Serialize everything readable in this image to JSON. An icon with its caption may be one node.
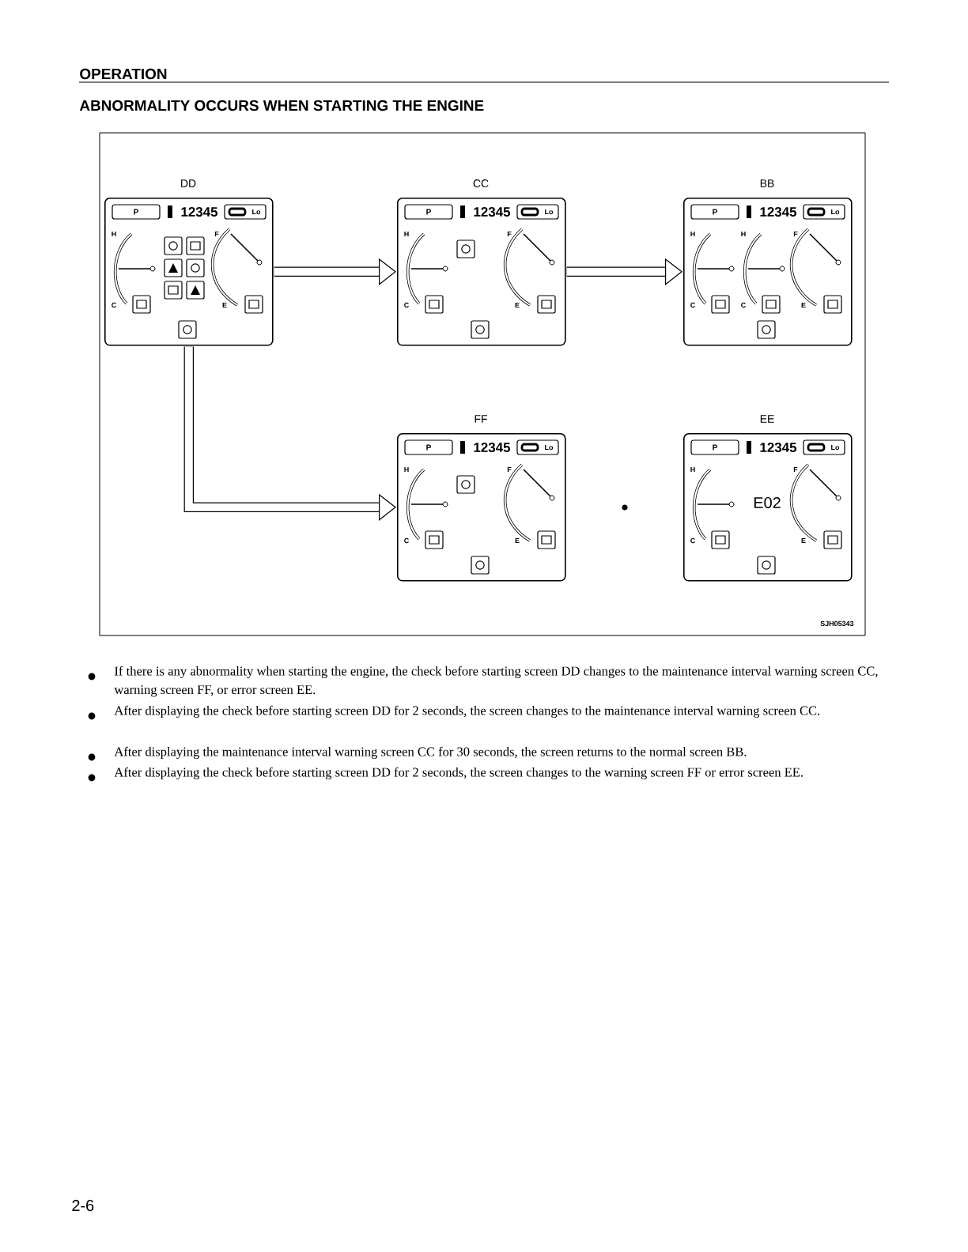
{
  "diagram": {
    "title": "ABNORMALITY OCCURS WHEN STARTING THE ENGINE",
    "nodes": [
      {
        "text": [
          "DD",
          "P",
          "12345",
          "Lo",
          "H",
          "C",
          "F",
          "E"
        ]
      },
      {
        "text": [
          "CC",
          "P",
          "12345",
          "Lo",
          "H",
          "C",
          "F",
          "E"
        ]
      },
      {
        "text": [
          "BB",
          "P",
          "12345",
          "Lo",
          "H",
          "C",
          "H",
          "C",
          "F",
          "E"
        ]
      },
      {
        "text": [
          "FF",
          "P",
          "12345",
          "Lo",
          "H",
          "C",
          "F",
          "E"
        ]
      },
      {
        "text": [
          "EE",
          "P",
          "12345",
          "Lo",
          "H",
          "C",
          "E02",
          "F",
          "E"
        ]
      }
    ],
    "edges": [
      {
        "from": 0,
        "to": 1,
        "arrow": "to"
      },
      {
        "from": 1,
        "to": 2,
        "arrow": "to"
      },
      {
        "from": 0,
        "to": 3,
        "arrow": "to"
      }
    ],
    "labels": [
      "OPERATION",
      "SJH05343",
      "If there is any abnormality when starting the engine, the check before starting screen DD changes to the maintenance interval warning screen CC, warning screen FF, or error screen EE.",
      "After displaying the check before starting screen DD for 2 seconds, the screen changes to the maintenance interval warning screen CC.",
      "After displaying the maintenance interval warning screen CC for 30 seconds, the screen returns to the normal screen BB.",
      "After displaying the check before starting screen DD for 2 seconds, the screen changes to the warning screen FF or error screen EE.",
      "2-6"
    ]
  }
}
